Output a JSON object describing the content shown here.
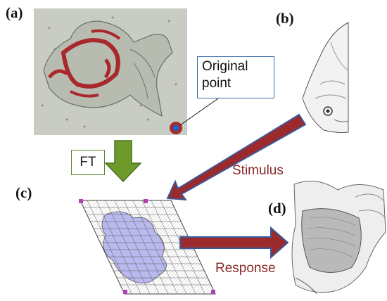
{
  "labels": {
    "a": "(a)",
    "b": "(b)",
    "c": "(c)",
    "d": "(d)"
  },
  "callout": {
    "line1": "Original",
    "line2": "point"
  },
  "ft_label": "FT",
  "stimulus_label": "Stimulus",
  "response_label": "Response",
  "colors": {
    "relief_bg": "#c9ccc2",
    "relief_red": "#a8282c",
    "ft_arrow": "#6e9a2c",
    "red_arrow": "#9b2a2c",
    "blue_outline": "#3b5a9a",
    "grid_fill": "#b9b9ee",
    "point_blue": "#1f63c9"
  },
  "icons": [
    "fish-relief-image",
    "fish-sketch-image",
    "fish-render-image",
    "grid-mesh-image"
  ]
}
